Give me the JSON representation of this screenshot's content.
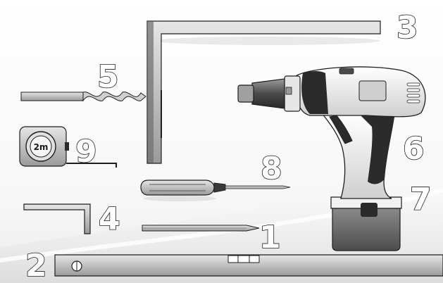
{
  "scene": {
    "title": "",
    "tape_measure_label": "2m",
    "numbers": [
      {
        "id": "n1",
        "text": "1"
      },
      {
        "id": "n2",
        "text": "2"
      },
      {
        "id": "n3",
        "text": "3"
      },
      {
        "id": "n4",
        "text": "4"
      },
      {
        "id": "n5",
        "text": "5"
      },
      {
        "id": "n6",
        "text": "6"
      },
      {
        "id": "n7",
        "text": "7"
      },
      {
        "id": "n8",
        "text": "8"
      },
      {
        "id": "n9",
        "text": "9"
      }
    ],
    "items": [
      {
        "name": "pencil",
        "number": "1"
      },
      {
        "name": "spirit-level",
        "number": "2"
      },
      {
        "name": "carpenter-square",
        "number": "3"
      },
      {
        "name": "hex-key",
        "number": "4"
      },
      {
        "name": "drill-bit",
        "number": "5"
      },
      {
        "name": "cordless-drill",
        "number": "6"
      },
      {
        "name": "drill-battery",
        "number": "7"
      },
      {
        "name": "screwdriver",
        "number": "8"
      },
      {
        "name": "tape-measure",
        "number": "9"
      }
    ],
    "colors": {
      "background": "#f4f4f4",
      "outline": "#1e1e1e",
      "steel_light": "#cfcfcf",
      "steel_dark": "#7a7a7a",
      "body_white": "#f0f0f0",
      "rubber_dark": "#2b2b2b",
      "battery": "#6a6a6a"
    }
  }
}
